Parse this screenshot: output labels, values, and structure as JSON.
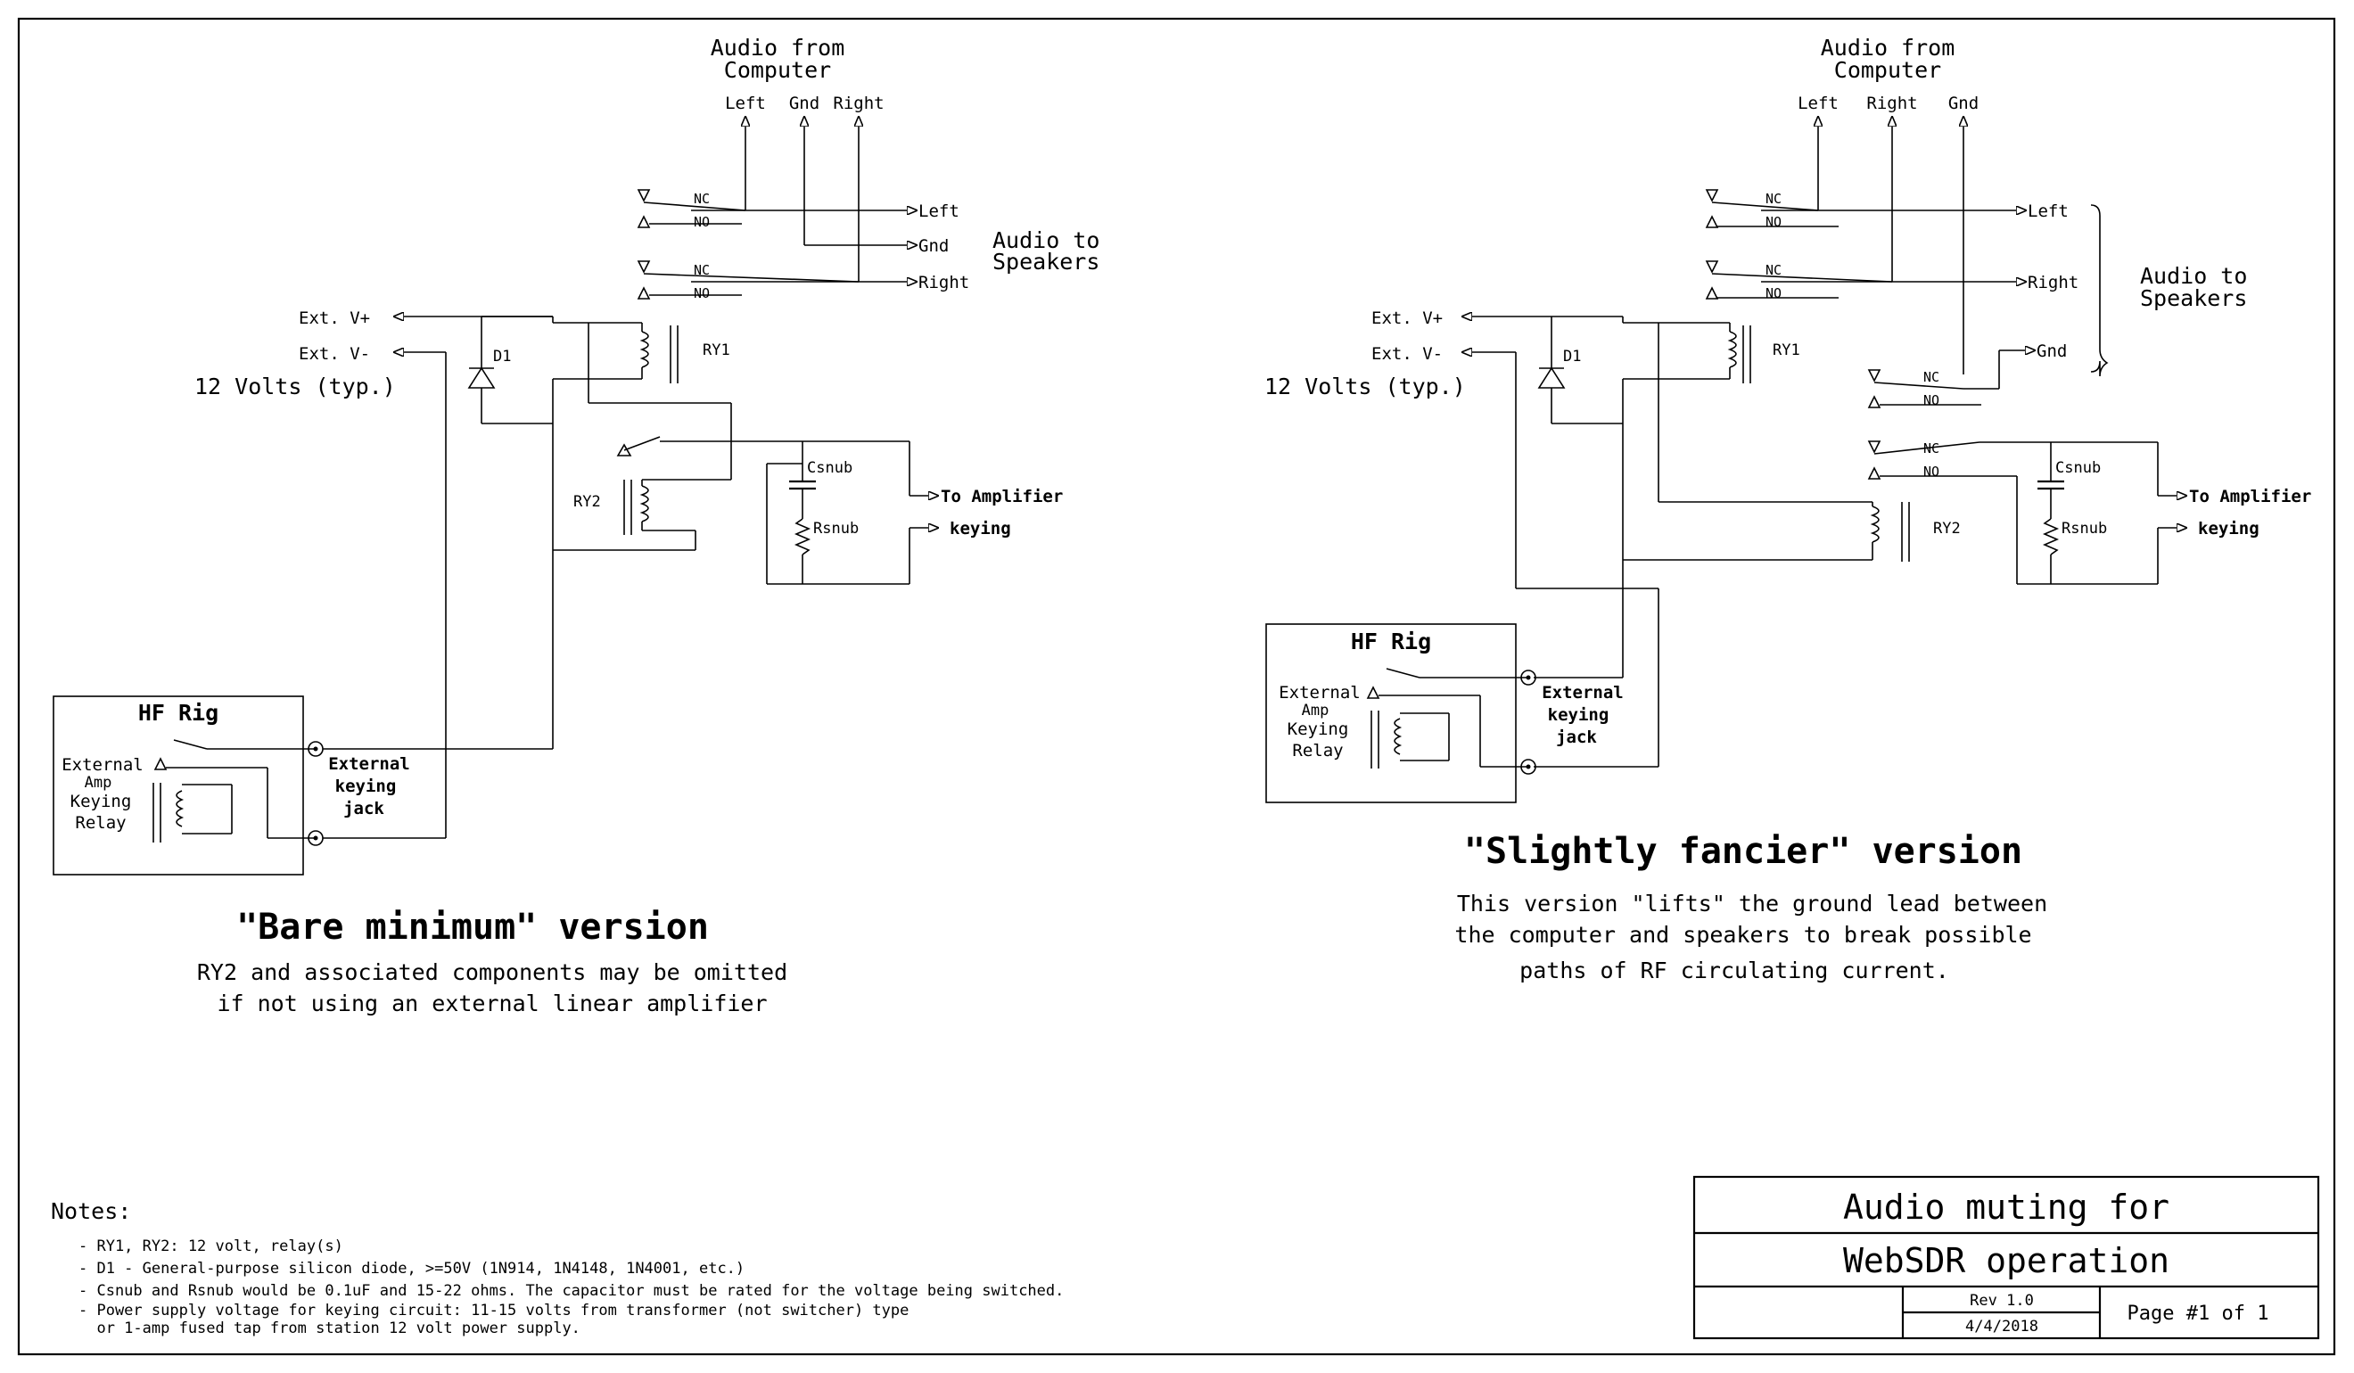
{
  "left": {
    "audio_from_1": "Audio from",
    "audio_from_2": "Computer",
    "in_left": "Left",
    "in_gnd": "Gnd",
    "in_right": "Right",
    "nc1": "NC",
    "no1": "NO",
    "nc2": "NC",
    "no2": "NO",
    "out_left": "Left",
    "out_gnd": "Gnd",
    "out_right": "Right",
    "speakers_1": "Audio to",
    "speakers_2": "Speakers",
    "ext_vplus": "Ext. V+",
    "ext_vminus": "Ext. V-",
    "volts": "12 Volts (typ.)",
    "d1": "D1",
    "ry1": "RY1",
    "ry2": "RY2",
    "csnub": "Csnub",
    "rsnub": "Rsnub",
    "to_amp": "To Amplifier",
    "keying": "keying",
    "hf_rig": "HF Rig",
    "ext_amp_1": "External",
    "ext_amp_2": "Amp",
    "ext_amp_3": "Keying",
    "ext_amp_4": "Relay",
    "jack_1": "External",
    "jack_2": "keying",
    "jack_3": "jack",
    "title": "\"Bare minimum\" version",
    "desc_1": "RY2 and associated components may be omitted",
    "desc_2": "if not using an external linear amplifier"
  },
  "right": {
    "audio_from_1": "Audio from",
    "audio_from_2": "Computer",
    "in_left": "Left",
    "in_right": "Right",
    "in_gnd": "Gnd",
    "nc1": "NC",
    "no1": "NO",
    "nc2": "NC",
    "no2": "NO",
    "nc3": "NC",
    "no3": "NO",
    "nc4": "NC",
    "no4": "NO",
    "out_left": "Left",
    "out_right": "Right",
    "out_gnd": "Gnd",
    "speakers_1": "Audio to",
    "speakers_2": "Speakers",
    "ext_vplus": "Ext. V+",
    "ext_vminus": "Ext. V-",
    "volts": "12 Volts (typ.)",
    "d1": "D1",
    "ry1": "RY1",
    "ry2": "RY2",
    "csnub": "Csnub",
    "rsnub": "Rsnub",
    "to_amp": "To Amplifier",
    "keying": "keying",
    "hf_rig": "HF Rig",
    "ext_amp_1": "External",
    "ext_amp_2": "Amp",
    "ext_amp_3": "Keying",
    "ext_amp_4": "Relay",
    "jack_1": "External",
    "jack_2": "keying",
    "jack_3": "jack",
    "title": "\"Slightly fancier\" version",
    "desc_1": "This version \"lifts\" the ground lead between",
    "desc_2": "the computer and speakers to break possible",
    "desc_3": "paths of RF circulating current."
  },
  "notes": {
    "heading": "Notes:",
    "items": [
      "- RY1, RY2:  12 volt, relay(s)",
      "- D1 - General-purpose silicon diode, >=50V (1N914, 1N4148, 1N4001, etc.)",
      "- Csnub and Rsnub would be 0.1uF and 15-22 ohms.  The capacitor must be rated for the voltage being switched.",
      "- Power supply voltage for keying circuit:  11-15 volts from transformer (not switcher) type",
      "  or 1-amp fused tap from station 12 volt power supply."
    ]
  },
  "title_block": {
    "line1": "Audio muting for",
    "line2": "WebSDR operation",
    "rev": "Rev 1.0",
    "date": "4/4/2018",
    "page": "Page #1 of 1"
  }
}
